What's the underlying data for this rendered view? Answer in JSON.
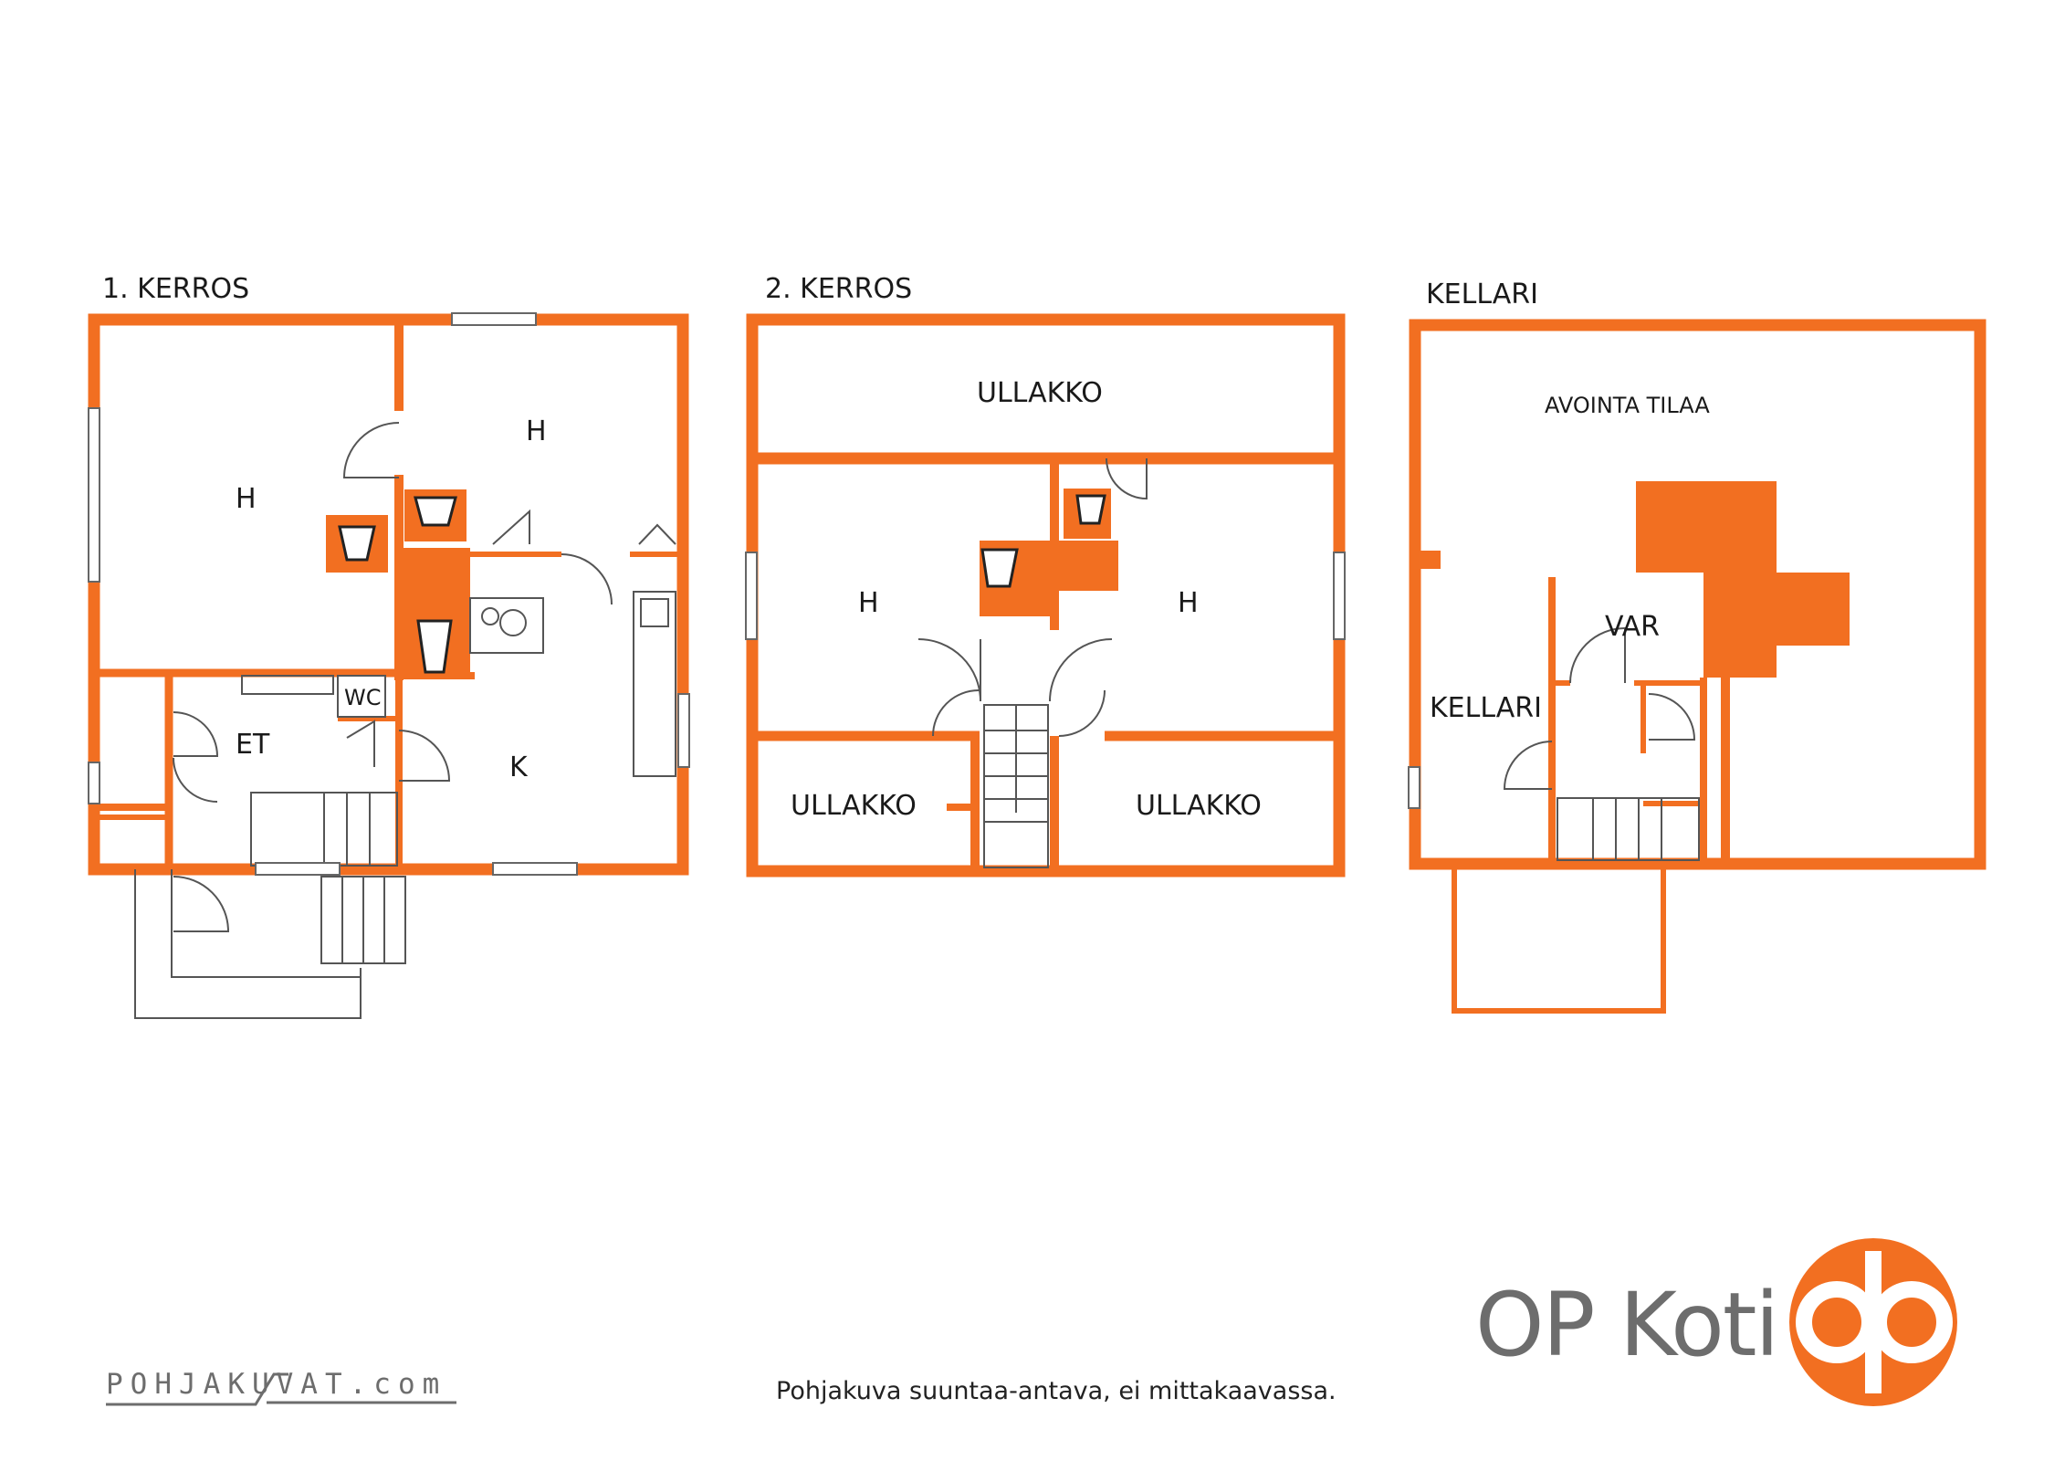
{
  "floors": {
    "first": {
      "title": "1. KERROS",
      "rooms": {
        "h1": "H",
        "h2": "H",
        "et": "ET",
        "wc": "WC",
        "k": "K"
      }
    },
    "second": {
      "title": "2. KERROS",
      "rooms": {
        "ullakko_top": "ULLAKKO",
        "h1": "H",
        "h2": "H",
        "ullakko_left": "ULLAKKO",
        "ullakko_right": "ULLAKKO"
      }
    },
    "basement": {
      "title": "KELLARI",
      "rooms": {
        "open_space": "AVOINTA TILAA",
        "var": "VAR",
        "kellari": "KELLARI"
      }
    }
  },
  "footer": {
    "note": "Pohjakuva suuntaa-antava, ei mittakaavassa.",
    "brand": "OP Koti",
    "pohj_logo": "POHJAKUVAT.com"
  },
  "colors": {
    "accent": "#f26f21",
    "text": "#1a1a1a",
    "brand_gray": "#6d6d6d"
  }
}
